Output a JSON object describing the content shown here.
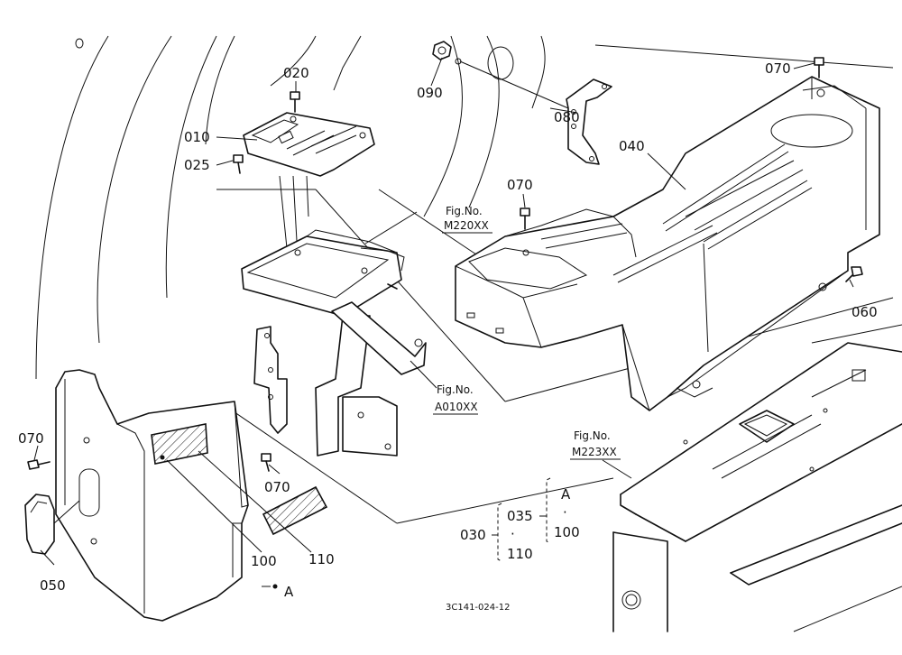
{
  "parts": {
    "p010": "010",
    "p020": "020",
    "p025": "025",
    "p030": "030",
    "p035": "035",
    "p040": "040",
    "p050": "050",
    "p060": "060",
    "p070": "070",
    "p080": "080",
    "p090": "090",
    "p100": "100",
    "p110": "110"
  },
  "figrefs": {
    "m220": {
      "title": "Fig.No.",
      "code": "M220XX"
    },
    "a010": {
      "title": "Fig.No.",
      "code": "A010XX"
    },
    "m223": {
      "title": "Fig.No.",
      "code": "M223XX"
    }
  },
  "group": {
    "main": "030",
    "upper": "035",
    "lower": "110",
    "sub_top": "A",
    "sub_bottom": "100",
    "dot": "·"
  },
  "marker_a": "A",
  "drawing_id": "3C141-024-12"
}
